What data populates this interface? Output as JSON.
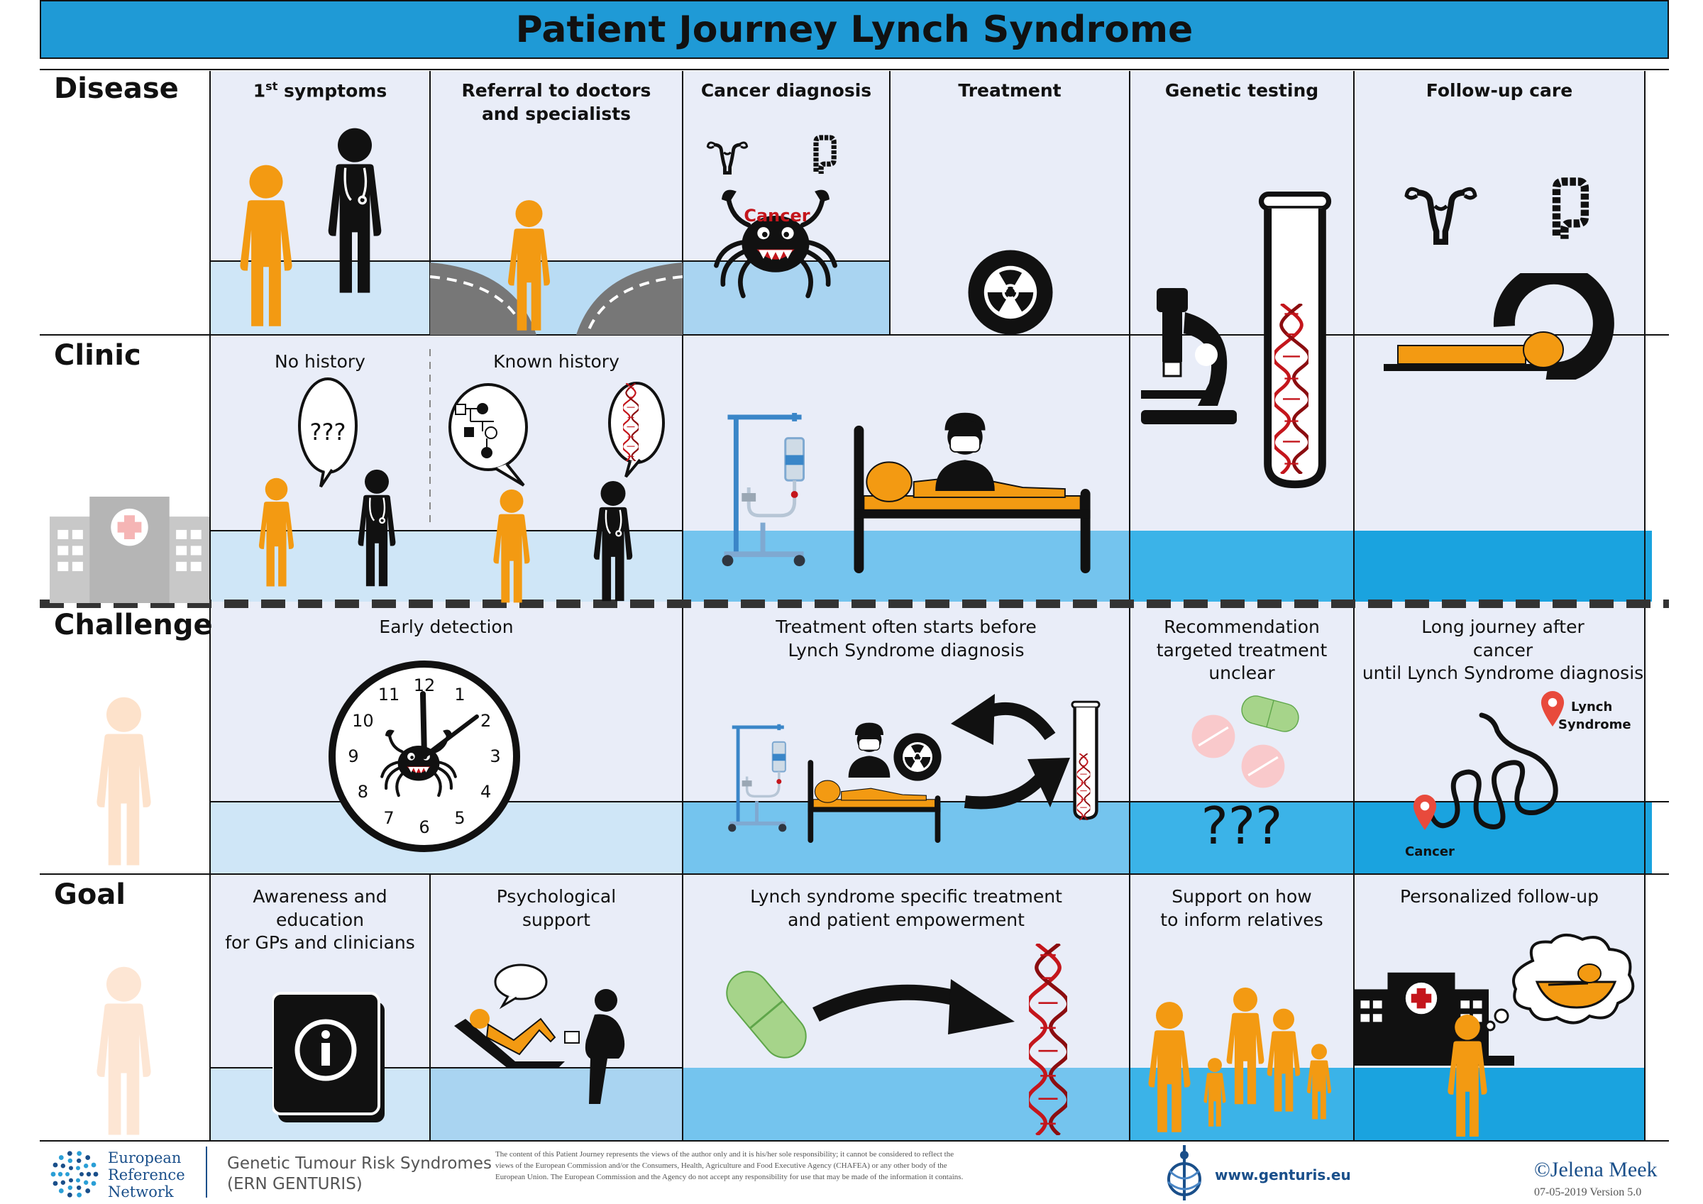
{
  "title": "Patient Journey Lynch Syndrome",
  "rows": {
    "disease": "Disease",
    "clinic": "Clinic",
    "challenge": "Challenge",
    "goal": "Goal"
  },
  "disease": {
    "first_symptoms": "1",
    "first_symptoms_sup": "st",
    "first_symptoms_rest": " symptoms",
    "referral_line1": "Referral to doctors",
    "referral_line2": "and specialists",
    "cancer_diagnosis": "Cancer diagnosis",
    "cancer_label": "Cancer",
    "treatment": "Treatment",
    "genetic_testing": "Genetic testing",
    "follow_up": "Follow-up care"
  },
  "clinic": {
    "no_history": "No history",
    "question_marks": "???",
    "known_history": "Known history"
  },
  "challenge": {
    "early_detection": "Early detection",
    "clock_numbers": [
      "12",
      "1",
      "2",
      "3",
      "4",
      "5",
      "6",
      "7",
      "8",
      "9",
      "10",
      "11"
    ],
    "treatment_line1": "Treatment often starts before",
    "treatment_line2": "Lynch Syndrome diagnosis",
    "recommendation_line1": "Recommendation",
    "recommendation_line2": "targeted treatment",
    "recommendation_line3": "unclear",
    "question_marks": "???",
    "journey_line1": "Long journey after",
    "journey_line2": "cancer",
    "journey_line3": "until Lynch Syndrome diagnosis",
    "pin_lynch_1": "Lynch",
    "pin_lynch_2": "Syndrome",
    "pin_cancer": "Cancer"
  },
  "goal": {
    "awareness_line1": "Awareness and education",
    "awareness_line2": "for GPs and clinicians",
    "psych_line1": "Psychological",
    "psych_line2": "support",
    "specific_line1": "Lynch syndrome specific treatment",
    "specific_line2": "and patient empowerment",
    "support_line1": "Support on how",
    "support_line2": "to inform relatives",
    "personalized": "Personalized follow-up"
  },
  "footer": {
    "ern_line1": "European",
    "ern_line2": "Reference",
    "ern_line3": "Network",
    "genturis_line1": "Genetic Tumour Risk Syndromes",
    "genturis_line2": "(ERN GENTURIS)",
    "disclaimer": "The content of this Patient Journey represents the views of the author only and it is his/her sole responsibility; it cannot be considered to reflect the views of the European Commission and/or the Consumers, Health, Agriculture and Food Executive Agency (CHAFEA) or any other body of the European Union. The European Commission and the Agency do not accept any responsibility for use that may be made of the information it contains.",
    "website": "www.genturis.eu",
    "copyright_symbol": "©",
    "author": "Jelena Meek",
    "version": "07-05-2019 Version 5.0"
  },
  "colors": {
    "title_blue": "#1f9ad6",
    "panel_light": "#e9edf8",
    "water_light": "#cfe6f7",
    "water_mid": "#a9d4f1",
    "water_blue": "#4eb8ea",
    "water_deep": "#1aa3df",
    "person_orange": "#f39a12",
    "person_pale": "#fde2cb",
    "dna_red": "#c4161c"
  }
}
